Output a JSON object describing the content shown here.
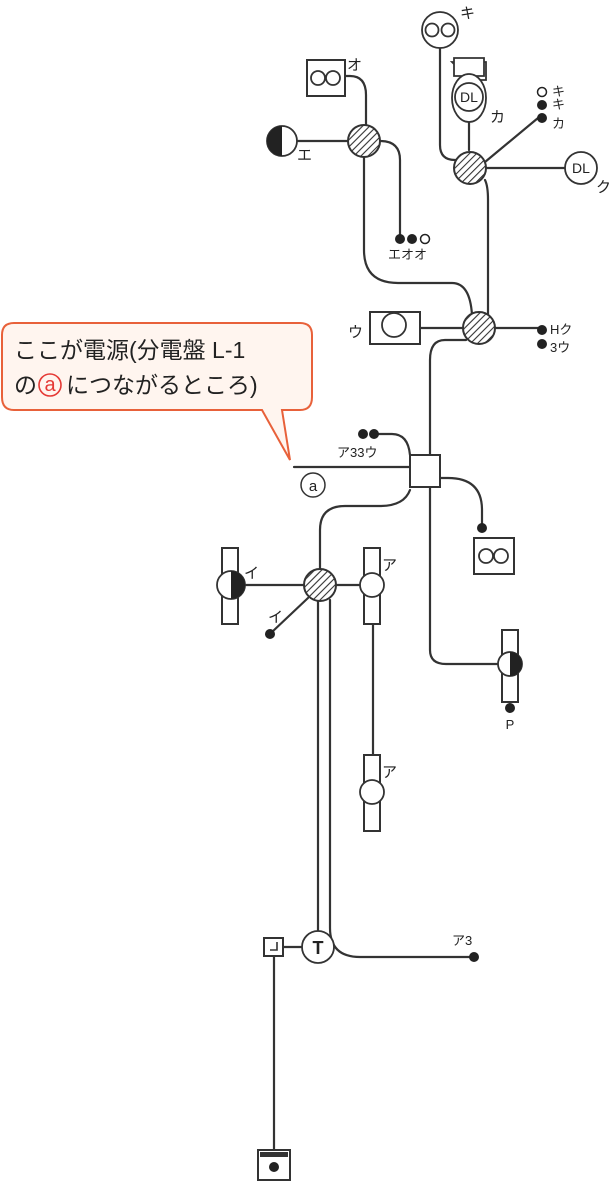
{
  "callout": {
    "line1": "ここが電源(分電盤 L-1",
    "line2_part1": "の",
    "line2_mark": "a",
    "line2_part2": "につながるところ)",
    "border_color": "#e8613a",
    "fill_color": "#fff5ef"
  },
  "source_mark": "a",
  "labels": {
    "ki_top": "キ",
    "o_top": "オ",
    "e_left": "エ",
    "eoo": "エオオ",
    "ka_dl": "カ",
    "sw_ki1": "キ",
    "sw_ki2": "キ",
    "sw_ka": "カ",
    "ku": "ク",
    "u_left": "ウ",
    "hku": "Hク",
    "three_u": "3ウ",
    "a33u": "ア33ウ",
    "i_upper": "イ",
    "i_lower": "イ",
    "a_upper": "ア",
    "a_lower": "ア",
    "p": "P",
    "a3": "ア3",
    "t": "T",
    "dl1": "DL",
    "dl2": "DL"
  },
  "icons": [
    "fluorescent-fixture-icon",
    "downlight-icon",
    "junction-box-icon",
    "wall-light-icon",
    "switch-icon",
    "outlet-icon",
    "timer-switch-icon",
    "doorbell-button-icon"
  ]
}
